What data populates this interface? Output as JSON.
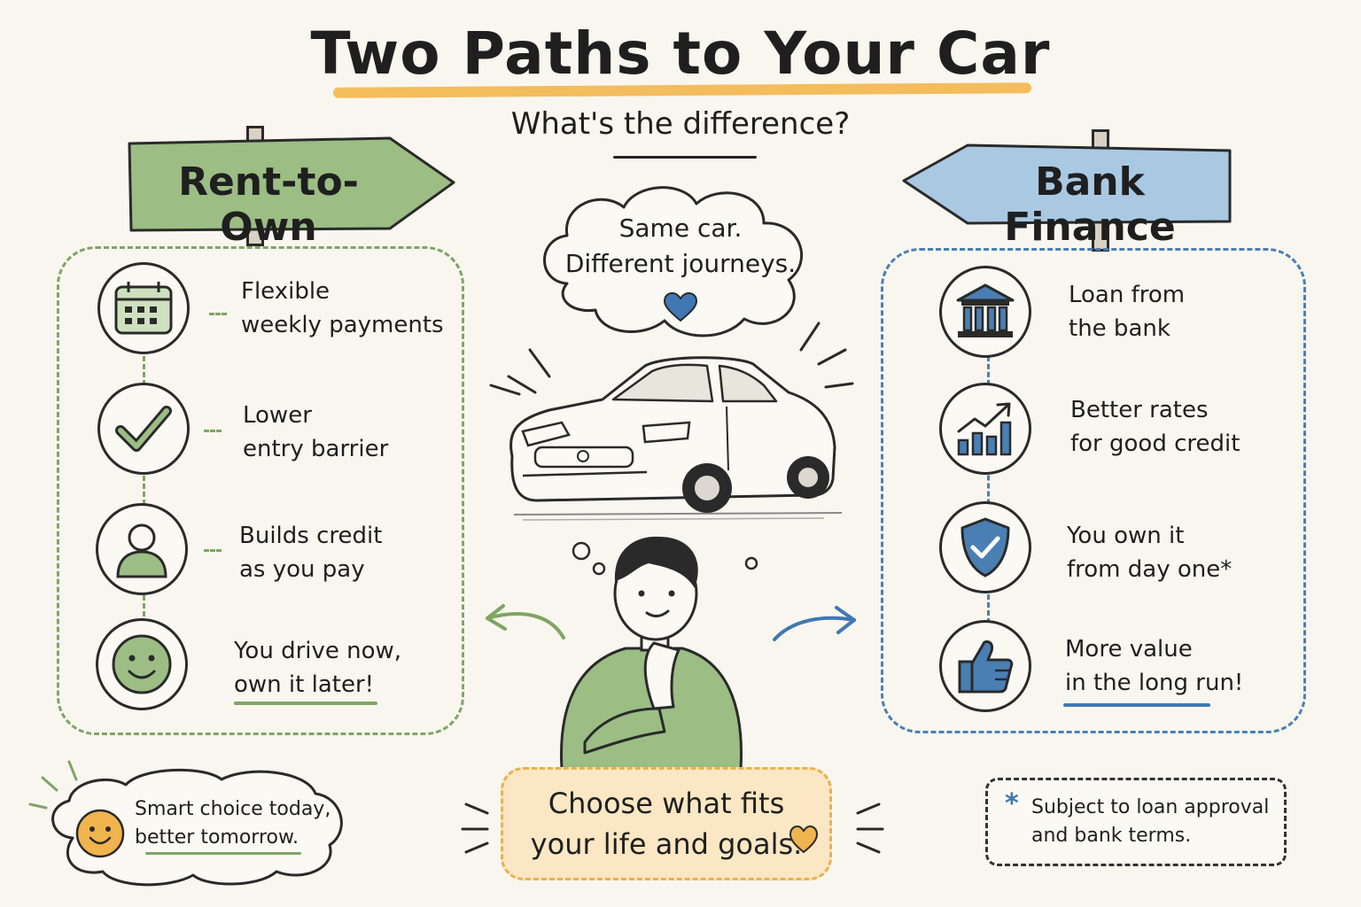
{
  "title": "Two Paths to Your Car",
  "subtitle": "What's the difference?",
  "center_cloud": "Same car.\nDifferent journeys.",
  "left": {
    "sign": "Rent-to-Own",
    "color": "#9cbd84",
    "items": [
      {
        "icon": "calendar-icon",
        "text": "Flexible\nweekly payments"
      },
      {
        "icon": "checkmark-icon",
        "text": "Lower\nentry barrier"
      },
      {
        "icon": "person-icon",
        "text": "Builds credit\nas you pay"
      },
      {
        "icon": "smiley-icon",
        "text": "You drive now,\nown it later!"
      }
    ]
  },
  "right": {
    "sign": "Bank Finance",
    "color": "#a9c9e3",
    "items": [
      {
        "icon": "bank-icon",
        "text": "Loan from\nthe bank"
      },
      {
        "icon": "growth-chart-icon",
        "text": "Better rates\nfor good credit"
      },
      {
        "icon": "shield-check-icon",
        "text": "You own it\nfrom day one*"
      },
      {
        "icon": "thumbs-up-icon",
        "text": "More value\nin the long run!"
      }
    ]
  },
  "bottom_left_bubble": "Smart choice today,\nbetter tomorrow.",
  "bottom_center": "Choose what fits\nyour life and goals.",
  "footnote": "Subject to loan approval\nand bank terms.",
  "footnote_marker": "*"
}
